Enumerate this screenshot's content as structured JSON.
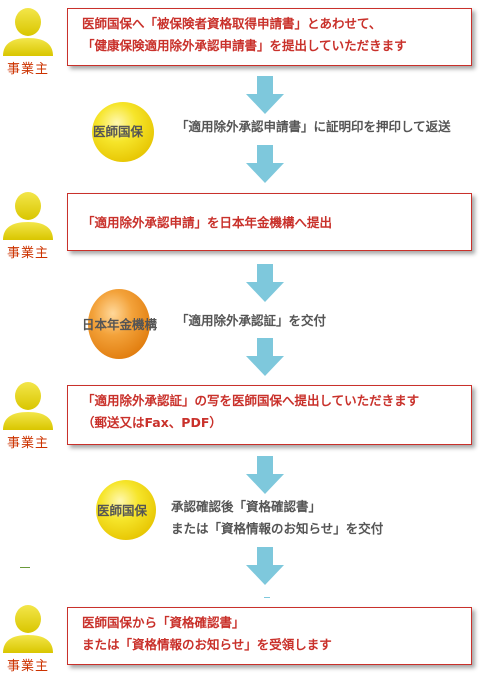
{
  "actor_label": "事業主",
  "steps": [
    {
      "box_lines": [
        "医師国保へ「被保険者資格取得申請書」とあわせて、",
        "「健康保険適用除外承認申請書」を提出していただきます"
      ]
    },
    {
      "org": "医師国保",
      "note_lines": [
        "「適用除外承認申請書」に証明印を押印して返送"
      ]
    },
    {
      "box_lines": [
        "「適用除外承認申請」を日本年金機構へ提出"
      ]
    },
    {
      "org": "日本年金機構",
      "note_lines": [
        "「適用除外承認証」を交付"
      ]
    },
    {
      "box_lines": [
        "「適用除外承認証」の写を医師国保へ提出していただきます",
        "（郵送又はFax、PDF）"
      ]
    },
    {
      "org": "医師国保",
      "note_lines": [
        "承認確認後「資格確認書」",
        "または「資格情報のお知らせ」を交付"
      ]
    },
    {
      "box_lines": [
        "医師国保から「資格確認書」",
        "または「資格情報のお知らせ」を受領します"
      ]
    }
  ],
  "colors": {
    "accent": "#c9312b",
    "arrow": "#7ec8dc",
    "actor": "#e2d000",
    "org_yellow": "#f4e11a",
    "org_orange": "#ee8f1c"
  },
  "icons": {
    "actor": "person-icon",
    "arrow": "down-arrow-icon",
    "org": "ellipse-badge"
  }
}
